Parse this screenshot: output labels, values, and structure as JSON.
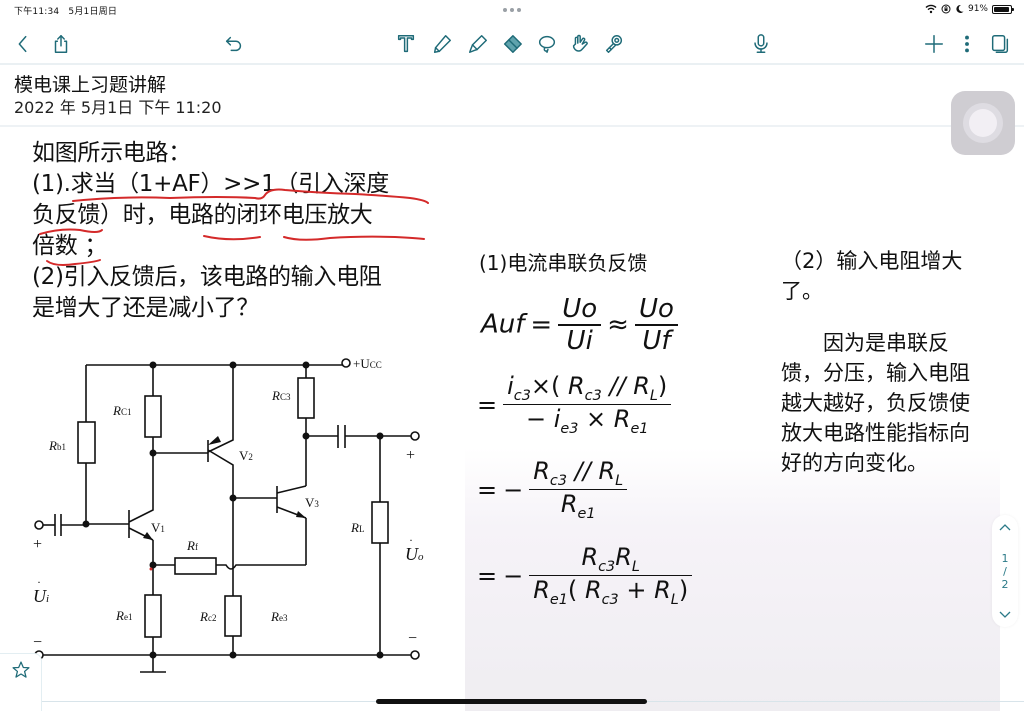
{
  "status_bar": {
    "time": "下午11:34",
    "date": "5月1日周日",
    "battery": "91%",
    "icons": [
      "wifi-icon",
      "orientation-lock-icon",
      "moon-icon",
      "battery-icon"
    ]
  },
  "toolbar": {
    "left": [
      {
        "name": "back-icon",
        "label": "Back"
      },
      {
        "name": "share-icon",
        "label": "Share"
      },
      {
        "name": "undo-icon",
        "label": "Undo"
      }
    ],
    "center": [
      {
        "name": "text-tool-icon",
        "label": "Text"
      },
      {
        "name": "pen-tool-icon",
        "label": "Pen"
      },
      {
        "name": "highlighter-tool-icon",
        "label": "Highlighter"
      },
      {
        "name": "eraser-tool-icon",
        "label": "Eraser",
        "active": true
      },
      {
        "name": "lasso-tool-icon",
        "label": "Lasso"
      },
      {
        "name": "hand-tool-icon",
        "label": "Hand"
      },
      {
        "name": "laser-pointer-icon",
        "label": "Laser pointer"
      }
    ],
    "mic": {
      "name": "microphone-icon",
      "label": "Voice"
    },
    "right": [
      {
        "name": "add-icon",
        "label": "Add"
      },
      {
        "name": "more-icon",
        "label": "More"
      },
      {
        "name": "pages-icon",
        "label": "Pages"
      }
    ],
    "accent_color": "#1f6b78"
  },
  "note": {
    "title": "模电课上习题讲解",
    "date": "2022 年 5月1日 下午 11:20"
  },
  "question": {
    "lines": [
      "如图所示电路：",
      "(1).求当（1+AF）>>1（引入深度",
      "负反馈）时，电路的闭环电压放大",
      "倍数 ；",
      "(2)引入反馈后，该电路的输入电阻",
      "是增大了还是减小了？"
    ],
    "annotation_color": "#d42a2a"
  },
  "answer1": {
    "title": "(1)电流串联负反馈",
    "eq1": {
      "lhs": "Auf",
      "eq": "=",
      "n1": "Uo",
      "d1": "Ui",
      "approx": "≈",
      "n2": "Uo",
      "d2": "Uf"
    },
    "eq2": {
      "eq": "=",
      "num_i": "i",
      "num_i_sub": "c3",
      "times": "×",
      "lp": "(",
      "r1": "R",
      "r1_sub": "c3",
      "par": "//",
      "r2": "R",
      "r2_sub": "L",
      "rp": ")",
      "den_minus": "−",
      "den_i": "i",
      "den_i_sub": "e3",
      "den_times": "×",
      "den_r": "R",
      "den_r_sub": "e1"
    },
    "eq3": {
      "eq": "=",
      "minus": "−",
      "r1": "R",
      "r1_sub": "c3",
      "par": "//",
      "r2": "R",
      "r2_sub": "L",
      "den_r": "R",
      "den_r_sub": "e1"
    },
    "eq4": {
      "eq": "=",
      "minus": "−",
      "r1": "R",
      "r1_sub": "c3",
      "r2": "R",
      "r2_sub": "L",
      "den_r": "R",
      "den_r_sub": "e1",
      "lp": "(",
      "d1": "R",
      "d1_sub": "c3",
      "plus": "+",
      "d2": "R",
      "d2_sub": "L",
      "rp": ")"
    }
  },
  "answer2": {
    "p1": "（2）输入电阻增大了。",
    "p2": "因为是串联反馈，分压，输入电阻越大越好，负反馈使放大电路性能指标向好的方向变化。"
  },
  "circuit": {
    "labels": {
      "vcc": "+U",
      "vcc_sub": "CC",
      "rb1": "R",
      "rb1_sub": "b1",
      "rc1": "R",
      "rc1_sub": "C1",
      "rc3": "R",
      "rc3_sub": "C3",
      "rf": "R",
      "rf_sub": "f",
      "re1": "R",
      "re1_sub": "e1",
      "rc2": "R",
      "rc2_sub": "c2",
      "re3": "R",
      "re3_sub": "e3",
      "rl": "R",
      "rl_sub": "L",
      "v1": "V",
      "v1_sub": "1",
      "v2": "V",
      "v2_sub": "2",
      "v3": "V",
      "v3_sub": "3",
      "ui": "U",
      "ui_sub": "i",
      "uo": "U",
      "uo_sub": "o",
      "plus": "+",
      "minus": "−"
    }
  },
  "pagination": {
    "current": "1",
    "separator": "/",
    "total": "2"
  }
}
